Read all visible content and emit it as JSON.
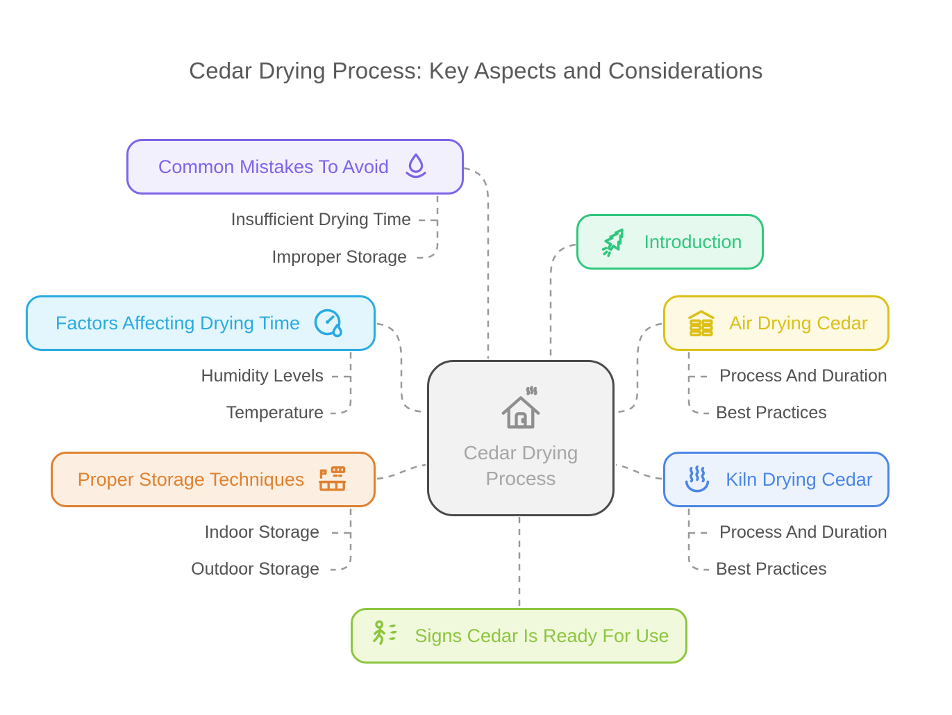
{
  "title": "Cedar Drying Process: Key Aspects and Considerations",
  "center": {
    "label_line1": "Cedar Drying",
    "label_line2": "Process",
    "icon": "house-steam-icon",
    "border": "#4a4a4a",
    "bg": "#f2f2f2",
    "text_color": "#a6a6a6",
    "icon_color": "#8f8f8f"
  },
  "branches": [
    {
      "id": "common-mistakes",
      "label": "Common Mistakes To Avoid",
      "icon": "water-drop-icon",
      "color": "#7d64e8",
      "bg": "#f3f0fd",
      "children": [
        "Insufficient Drying Time",
        "Improper Storage"
      ]
    },
    {
      "id": "introduction",
      "label": "Introduction",
      "icon": "tree-launch-icon",
      "color": "#2fc77d",
      "bg": "#e6f9ef",
      "children": []
    },
    {
      "id": "factors-affecting-drying-time",
      "label": "Factors Affecting Drying Time",
      "icon": "humidity-gauge-icon",
      "color": "#29abe2",
      "bg": "#e4f6fd",
      "children": [
        "Humidity Levels",
        "Temperature"
      ]
    },
    {
      "id": "air-drying-cedar",
      "label": "Air Drying Cedar",
      "icon": "lumber-stack-icon",
      "color": "#dcc019",
      "bg": "#fdf9e2",
      "children": [
        "Process And Duration",
        "Best Practices"
      ]
    },
    {
      "id": "proper-storage-techniques",
      "label": "Proper Storage Techniques",
      "icon": "storage-shelves-icon",
      "color": "#e0812f",
      "bg": "#fcefe2",
      "children": [
        "Indoor Storage",
        "Outdoor Storage"
      ]
    },
    {
      "id": "kiln-drying-cedar",
      "label": "Kiln Drying Cedar",
      "icon": "hot-springs-icon",
      "color": "#4a86e8",
      "bg": "#edf3fd",
      "children": [
        "Process And Duration",
        "Best Practices"
      ]
    },
    {
      "id": "signs-cedar-ready",
      "label": "Signs Cedar Is Ready For Use",
      "icon": "running-leaves-icon",
      "color": "#8cc63f",
      "bg": "#f1f9dd",
      "children": []
    }
  ],
  "colors": {
    "connector": "#999999",
    "title_text": "#58595b",
    "subitem_text": "#515151",
    "background": "#ffffff"
  }
}
